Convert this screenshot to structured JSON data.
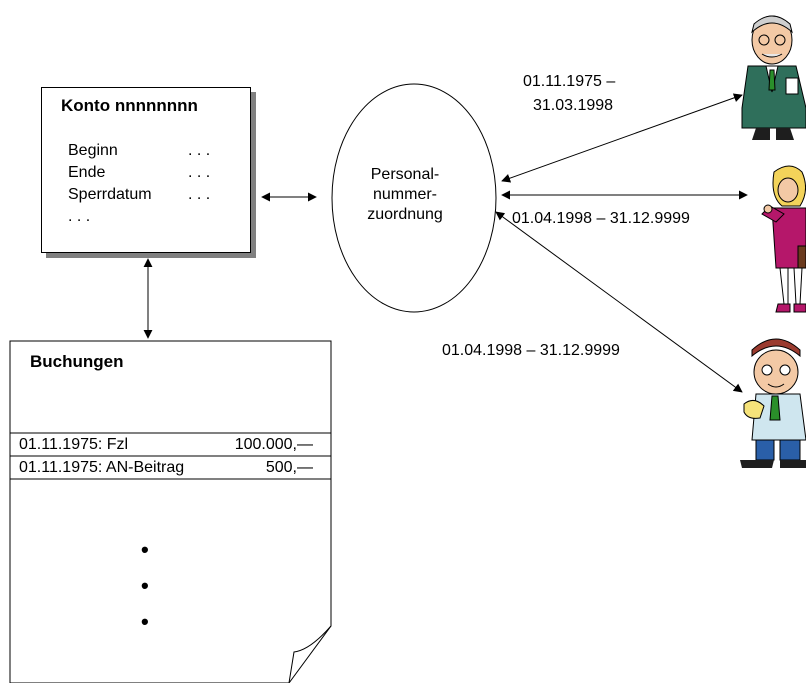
{
  "konto": {
    "title": "Konto nnnnnnnn",
    "fields": [
      {
        "label": "Beginn",
        "dots": ". . ."
      },
      {
        "label": "Ende",
        "dots": ". . ."
      },
      {
        "label": "Sperrdatum",
        "dots": ". . ."
      },
      {
        "label": ". . .",
        "dots": ""
      }
    ]
  },
  "buchungen": {
    "title": "Buchungen",
    "rows": [
      {
        "date": "01.11.1975: Fzl",
        "amount": "100.000,—"
      },
      {
        "date": "01.11.1975: AN-Beitrag",
        "amount": "500,—"
      }
    ],
    "more": [
      "•",
      "•",
      "•"
    ]
  },
  "zuordnung": {
    "lines": [
      "Personal-",
      "nummer-",
      "zuordnung"
    ]
  },
  "periods": {
    "person1_line1": "01.11.1975 –",
    "person1_line2": "31.03.1998",
    "person2": "01.04.1998 – 31.12.9999",
    "person3": "01.04.1998 – 31.12.9999"
  },
  "people": [
    {
      "icon": "elderly-man-icon"
    },
    {
      "icon": "businesswoman-icon"
    },
    {
      "icon": "young-man-icon"
    }
  ]
}
